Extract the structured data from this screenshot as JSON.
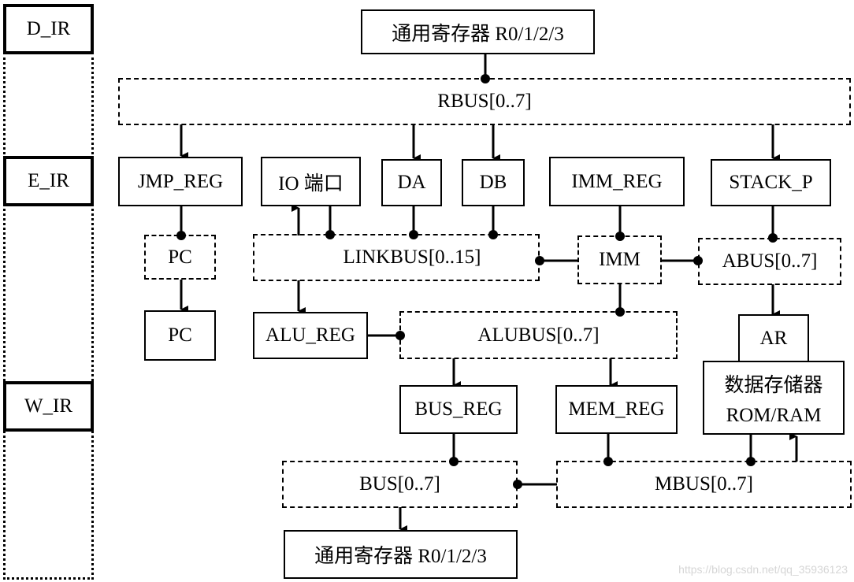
{
  "stages": [
    {
      "id": "d_ir",
      "label": "D_IR"
    },
    {
      "id": "e_ir",
      "label": "E_IR"
    },
    {
      "id": "w_ir",
      "label": "W_IR"
    }
  ],
  "registers": {
    "gpr_top": "通用寄存器 R0/1/2/3",
    "jmp_reg": "JMP_REG",
    "io_port": "IO 端口",
    "da": "DA",
    "db": "DB",
    "imm_reg": "IMM_REG",
    "stack_p": "STACK_P",
    "pc_reg": "PC",
    "alu_reg": "ALU_REG",
    "ar": "AR",
    "memory_line1": "数据存储器",
    "memory_line2": "ROM/RAM",
    "bus_reg": "BUS_REG",
    "mem_reg": "MEM_REG",
    "gpr_bottom": "通用寄存器 R0/1/2/3"
  },
  "buses": {
    "rbus": "RBUS[0..7]",
    "pc_bus": "PC",
    "linkbus": "LINKBUS[0..15]",
    "imm": "IMM",
    "abus": "ABUS[0..7]",
    "alubus": "ALUBUS[0..7]",
    "bus": "BUS[0..7]",
    "mbus": "MBUS[0..7]"
  },
  "connections": [
    {
      "from": "gpr_top",
      "to": "rbus",
      "type": "tap"
    },
    {
      "from": "rbus",
      "to": "jmp_reg",
      "type": "arrow"
    },
    {
      "from": "rbus",
      "to": "da",
      "type": "arrow"
    },
    {
      "from": "rbus",
      "to": "db",
      "type": "arrow"
    },
    {
      "from": "rbus",
      "to": "stack_p",
      "type": "arrow"
    },
    {
      "from": "jmp_reg",
      "to": "pc_bus",
      "type": "tap"
    },
    {
      "from": "pc_bus",
      "to": "pc_reg",
      "type": "arrow"
    },
    {
      "from": "linkbus",
      "to": "io_port",
      "type": "arrow"
    },
    {
      "from": "io_port",
      "to": "linkbus",
      "type": "tap"
    },
    {
      "from": "da",
      "to": "linkbus",
      "type": "tap"
    },
    {
      "from": "db",
      "to": "linkbus",
      "type": "tap"
    },
    {
      "from": "imm_reg",
      "to": "imm",
      "type": "tap"
    },
    {
      "from": "imm",
      "to": "linkbus",
      "type": "tap"
    },
    {
      "from": "imm",
      "to": "abus",
      "type": "tap"
    },
    {
      "from": "stack_p",
      "to": "abus",
      "type": "tap"
    },
    {
      "from": "linkbus",
      "to": "alu_reg",
      "type": "arrow"
    },
    {
      "from": "alu_reg",
      "to": "alubus",
      "type": "tap"
    },
    {
      "from": "imm",
      "to": "alubus",
      "type": "tap"
    },
    {
      "from": "abus",
      "to": "ar",
      "type": "arrow"
    },
    {
      "from": "alubus",
      "to": "bus_reg",
      "type": "arrow"
    },
    {
      "from": "alubus",
      "to": "mem_reg",
      "type": "arrow"
    },
    {
      "from": "bus_reg",
      "to": "bus",
      "type": "tap"
    },
    {
      "from": "mem_reg",
      "to": "mbus",
      "type": "tap"
    },
    {
      "from": "memory",
      "to": "mbus",
      "type": "tap"
    },
    {
      "from": "mbus",
      "to": "memory",
      "type": "arrow"
    },
    {
      "from": "mbus",
      "to": "bus",
      "type": "tap"
    },
    {
      "from": "bus",
      "to": "gpr_bottom",
      "type": "arrow"
    }
  ],
  "watermark": "https://blog.csdn.net/qq_35936123"
}
